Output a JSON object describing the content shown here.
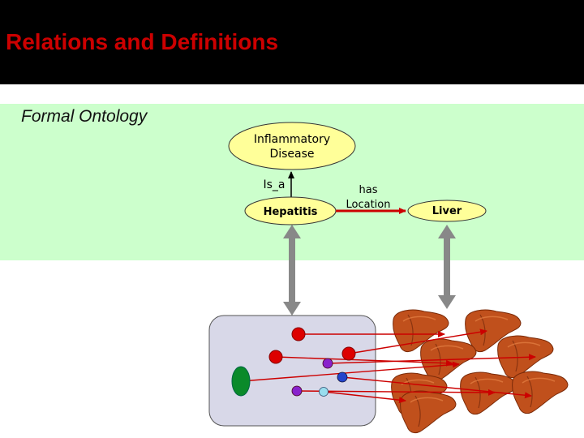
{
  "slide": {
    "title": "Relations and Definitions",
    "section_label": "Formal Ontology"
  },
  "nodes": {
    "inflammatory_disease": {
      "line1": "Inflammatory",
      "line2": "Disease"
    },
    "hepatitis": "Hepatitis",
    "liver": "Liver"
  },
  "relations": {
    "is_a": "Is_a",
    "has_location_line1": "has",
    "has_location_line2": "Location"
  },
  "colors": {
    "title": "#cc0000",
    "ontology_panel": "#ccffcc",
    "node_fill": "#ffff99",
    "cell_fill": "#d8d8e8",
    "relation_arrow": "#cc0000",
    "grey_arrow": "#888888"
  }
}
